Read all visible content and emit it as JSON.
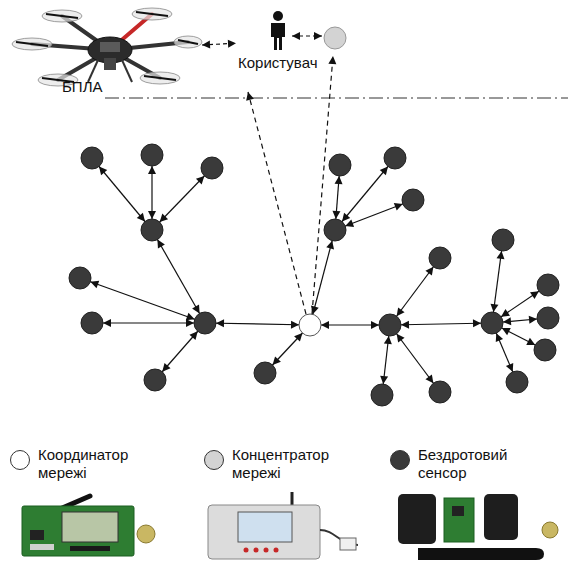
{
  "diagram": {
    "nodes": [
      {
        "text": [
          "БПЛА"
        ]
      },
      {
        "text": [
          "Користувач"
        ]
      }
    ],
    "edges": [
      {
        "from": 0,
        "to": 1,
        "arrow": "both"
      }
    ],
    "legend": [
      {
        "text": "Координатор мережі",
        "color": "#ffffff"
      },
      {
        "text": "Концентратор мережі",
        "color": "#d3d3d3"
      },
      {
        "text": "Бездротовий сенсор",
        "color": "#3a3a3a"
      }
    ]
  }
}
